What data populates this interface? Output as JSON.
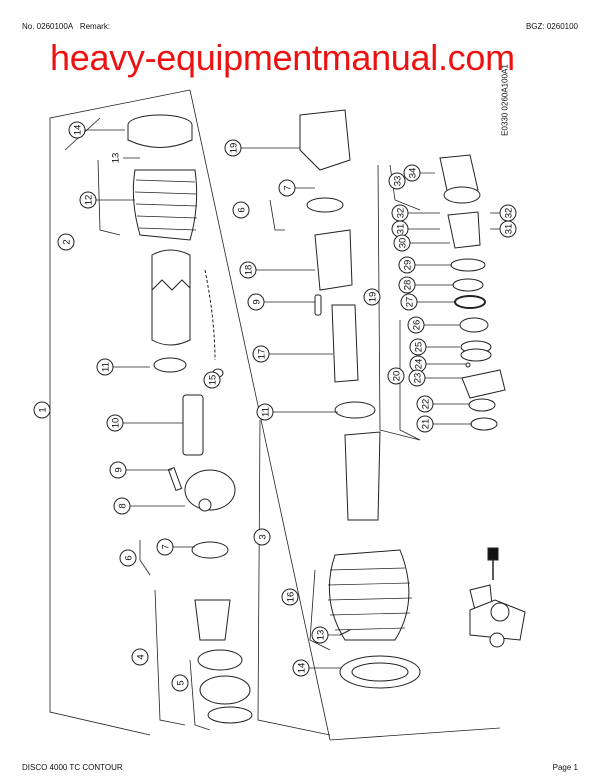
{
  "header": {
    "number": "No. 0260100A",
    "remark": "Remark:",
    "bgz": "BGZ: 0260100"
  },
  "drawing_id": "E0330 0260A100A1",
  "watermark": "heavy-equipmentmanual.com",
  "footer": {
    "model": "DISCO 4000 TC CONTOUR",
    "page": "Page 1"
  },
  "callouts": [
    {
      "label": "14",
      "circled": true
    },
    {
      "label": "13",
      "circled": false
    },
    {
      "label": "12",
      "circled": true
    },
    {
      "label": "2",
      "circled": true
    },
    {
      "label": "11",
      "circled": true
    },
    {
      "label": "15",
      "circled": true
    },
    {
      "label": "1",
      "circled": true
    },
    {
      "label": "10",
      "circled": true
    },
    {
      "label": "9",
      "circled": true
    },
    {
      "label": "8",
      "circled": true
    },
    {
      "label": "7",
      "circled": true
    },
    {
      "label": "6",
      "circled": true
    },
    {
      "label": "4",
      "circled": true
    },
    {
      "label": "5",
      "circled": true
    },
    {
      "label": "19",
      "circled": true
    },
    {
      "label": "7",
      "circled": true
    },
    {
      "label": "6",
      "circled": true
    },
    {
      "label": "18",
      "circled": true
    },
    {
      "label": "9",
      "circled": true
    },
    {
      "label": "17",
      "circled": true
    },
    {
      "label": "11",
      "circled": true
    },
    {
      "label": "3",
      "circled": true
    },
    {
      "label": "16",
      "circled": true
    },
    {
      "label": "13",
      "circled": true
    },
    {
      "label": "14",
      "circled": true
    },
    {
      "label": "33",
      "circled": true
    },
    {
      "label": "34",
      "circled": true
    },
    {
      "label": "32",
      "circled": true
    },
    {
      "label": "31",
      "circled": true
    },
    {
      "label": "30",
      "circled": true
    },
    {
      "label": "32",
      "circled": true
    },
    {
      "label": "31",
      "circled": true
    },
    {
      "label": "29",
      "circled": true
    },
    {
      "label": "28",
      "circled": true
    },
    {
      "label": "27",
      "circled": true
    },
    {
      "label": "26",
      "circled": true
    },
    {
      "label": "25",
      "circled": true
    },
    {
      "label": "24",
      "circled": true
    },
    {
      "label": "23",
      "circled": true
    },
    {
      "label": "20",
      "circled": true
    },
    {
      "label": "22",
      "circled": true
    },
    {
      "label": "21",
      "circled": true
    },
    {
      "label": "19",
      "circled": true
    }
  ]
}
